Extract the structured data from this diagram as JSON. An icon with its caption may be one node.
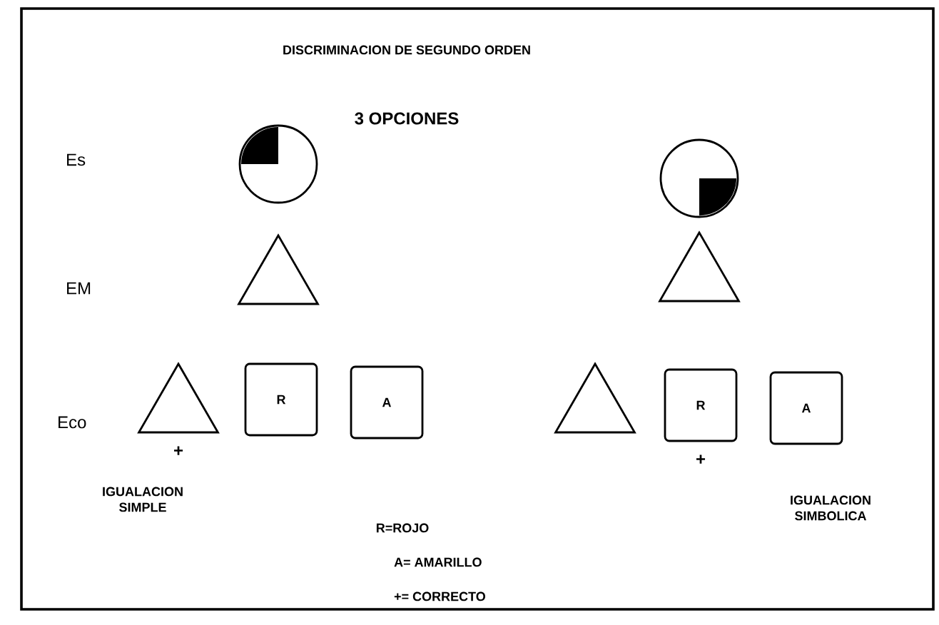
{
  "diagram": {
    "title": "DISCRIMINACION DE SEGUNDO ORDEN",
    "nodes": [
      {
        "text": [],
        "shape": "circle"
      },
      {
        "text": [],
        "shape": "circle"
      },
      {
        "text": [],
        "shape": "triangle"
      },
      {
        "text": [],
        "shape": "triangle"
      },
      {
        "text": [],
        "shape": "triangle",
        "beside": [
          "+"
        ]
      },
      {
        "text": [
          "R"
        ]
      },
      {
        "text": [
          "A"
        ]
      },
      {
        "text": [],
        "shape": "triangle"
      },
      {
        "text": [
          "R"
        ],
        "beside": [
          "+"
        ]
      },
      {
        "text": [
          "A"
        ]
      }
    ],
    "labels": [
      "3 OPCIONES",
      "Es",
      "EM",
      "Eco",
      "IGUALACION SIMPLE",
      "IGUALACION SIMBOLICA",
      "R=ROJO",
      "A= AMARILLO",
      "+= CORRECTO"
    ]
  }
}
